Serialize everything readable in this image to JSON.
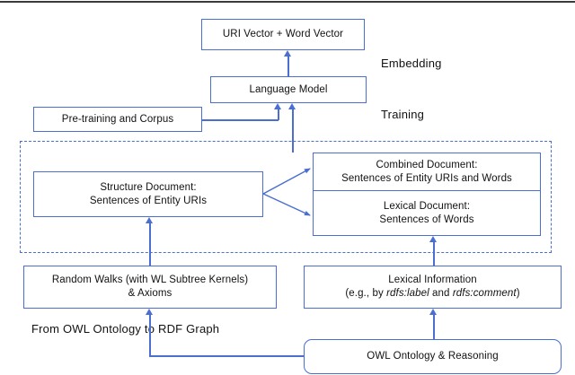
{
  "diagram": {
    "title_bar_present": true,
    "accent_color": "#4a6fd0",
    "text_color": "#111111",
    "background": "#ffffff",
    "boxes": {
      "uri_word_vector": "URI Vector + Word Vector",
      "language_model": "Language Model",
      "pretraining_corpus": "Pre-training and Corpus",
      "structure_document_line1": "Structure Document:",
      "structure_document_line2": "Sentences of Entity URIs",
      "combined_document_line1": "Combined Document:",
      "combined_document_line2": "Sentences of Entity URIs and Words",
      "lexical_document_line1": "Lexical Document:",
      "lexical_document_line2": "Sentences of Words",
      "random_walks_line1": "Random Walks (with WL Subtree Kernels)",
      "random_walks_line2": "& Axioms",
      "lexical_information_line1": "Lexical Information",
      "lexical_information_line2_pre": "(e.g., by ",
      "lexical_information_rdfs_label": "rdfs:label",
      "lexical_information_line2_mid": " and ",
      "lexical_information_rdfs_comment": "rdfs:comment",
      "lexical_information_line2_post": ")",
      "owl_ontology_reasoning": "OWL Ontology & Reasoning"
    },
    "labels": {
      "embedding": "Embedding",
      "training": "Training",
      "from_owl_to_rdf": "From OWL Ontology to RDF Graph"
    }
  }
}
